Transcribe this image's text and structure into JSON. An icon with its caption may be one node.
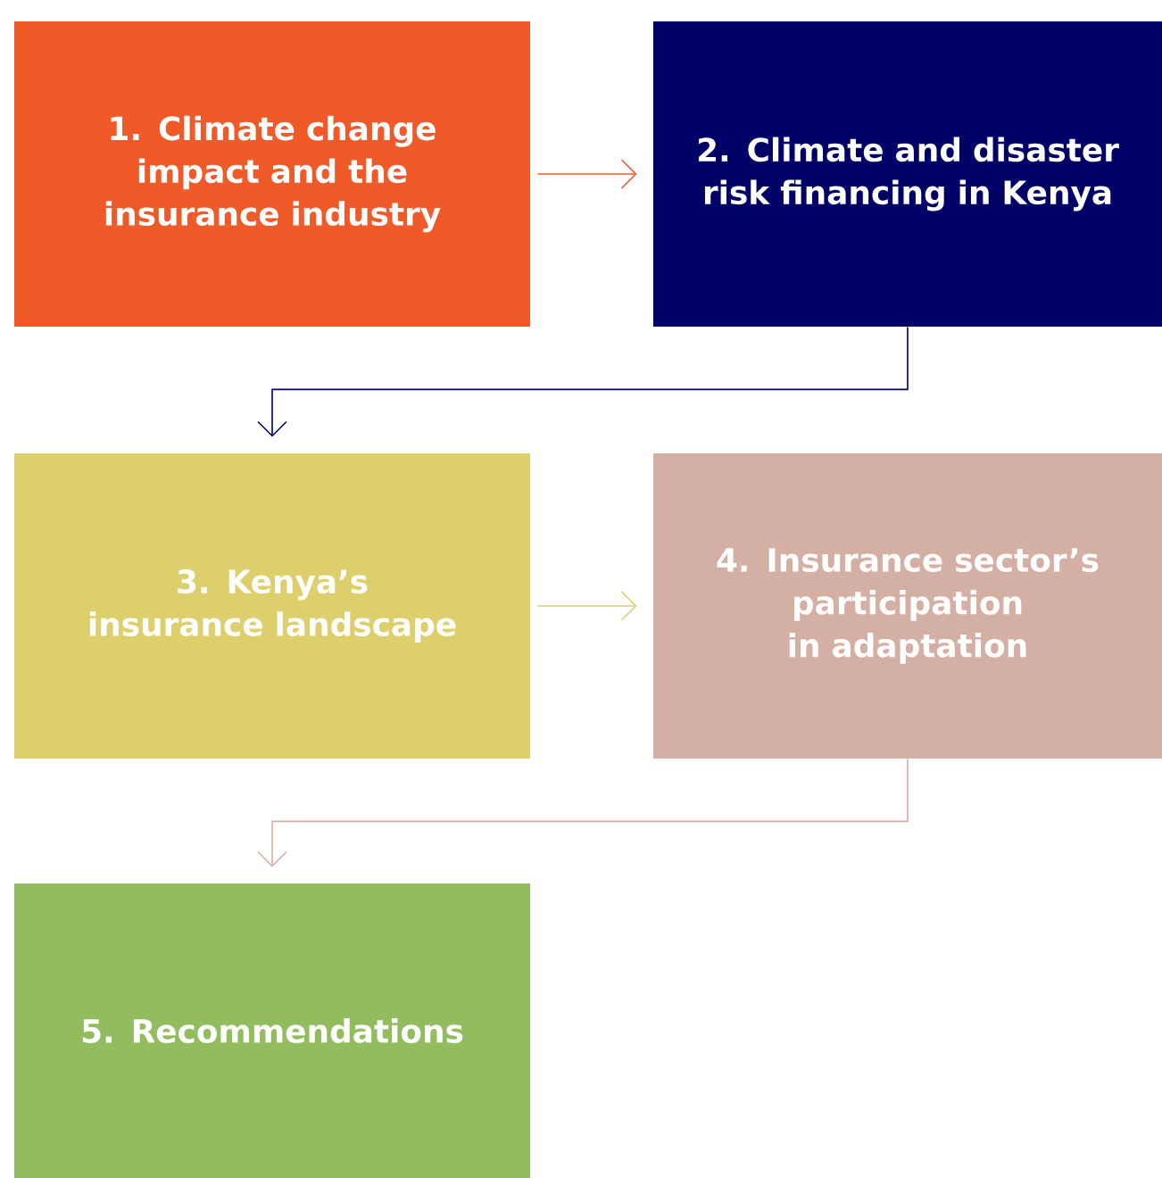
{
  "diagram": {
    "nodes": [
      {
        "text": [
          "1. Climate change impact and the insurance industry"
        ]
      },
      {
        "text": [
          "2. Climate and disaster risk financing in Kenya"
        ]
      },
      {
        "text": [
          "3. Kenya’s insurance landscape"
        ]
      },
      {
        "text": [
          "4. Insurance sector’s participation in adaptation"
        ]
      },
      {
        "text": [
          "5. Recommendations"
        ]
      }
    ],
    "edges": [
      {
        "from": 0,
        "to": 1,
        "arrow": "to",
        "color": "#f05a28"
      },
      {
        "from": 1,
        "to": 2,
        "arrow": "to",
        "color": "#000066"
      },
      {
        "from": 2,
        "to": 3,
        "arrow": "to",
        "color": "#ddcf6b"
      },
      {
        "from": 3,
        "to": 4,
        "arrow": "to",
        "color": "#d4afa3"
      }
    ]
  }
}
